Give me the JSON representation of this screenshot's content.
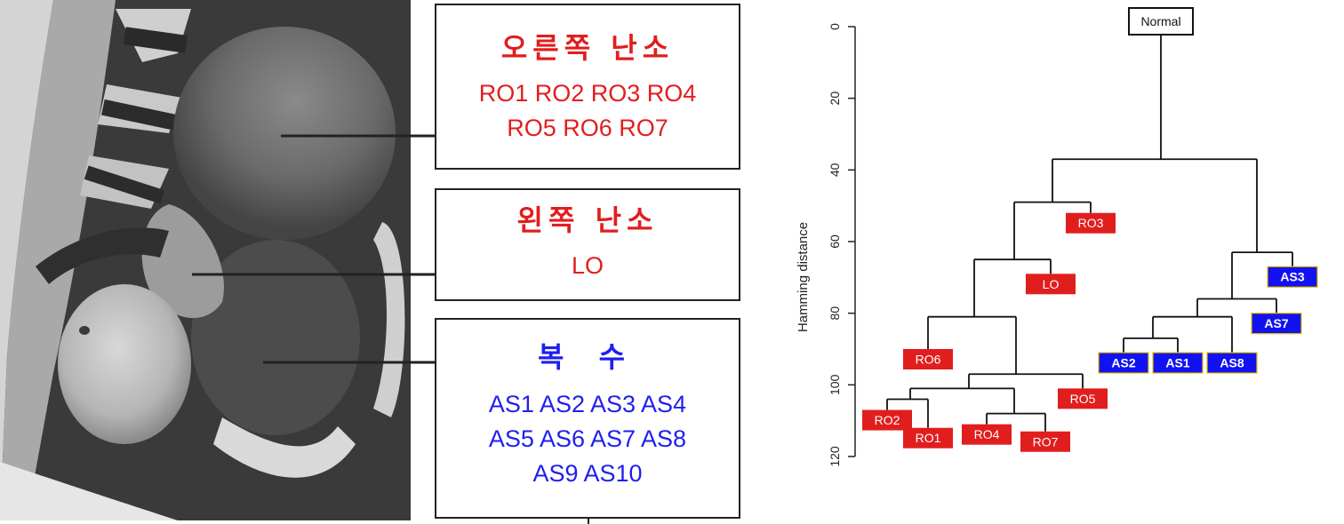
{
  "panels": {
    "right_ovary": {
      "title": "오른쪽 난소",
      "line1": "RO1  RO2 RO3 RO4",
      "line2": "RO5  RO6 RO7",
      "color": "#e11e1e"
    },
    "left_ovary": {
      "title": "왼쪽 난소",
      "line1": "LO",
      "color": "#e11e1e"
    },
    "ascites": {
      "title": "복 수",
      "line1": "AS1 AS2 AS3 AS4",
      "line2": "AS5 AS6 AS7 AS8",
      "line3": "AS9 AS10",
      "color": "#1f1ff0"
    }
  },
  "dendrogram": {
    "ylabel": "Hamming distance",
    "ylim": [
      0,
      120
    ],
    "ticks": [
      0,
      20,
      40,
      60,
      80,
      100,
      120
    ],
    "root": "Normal",
    "colors": {
      "primary": "#e11e1e",
      "ascites": "#1212f0",
      "ascites_outline": "#e6c200"
    },
    "leaves": [
      {
        "name": "RO3",
        "group": "primary"
      },
      {
        "name": "LO",
        "group": "primary"
      },
      {
        "name": "RO6",
        "group": "primary"
      },
      {
        "name": "RO5",
        "group": "primary"
      },
      {
        "name": "RO2",
        "group": "primary"
      },
      {
        "name": "RO1",
        "group": "primary"
      },
      {
        "name": "RO4",
        "group": "primary"
      },
      {
        "name": "RO7",
        "group": "primary"
      },
      {
        "name": "AS3",
        "group": "ascites"
      },
      {
        "name": "AS7",
        "group": "ascites"
      },
      {
        "name": "AS2",
        "group": "ascites"
      },
      {
        "name": "AS1",
        "group": "ascites"
      },
      {
        "name": "AS8",
        "group": "ascites"
      }
    ],
    "merges": [
      {
        "children": [
          "RO2",
          "RO1"
        ],
        "height": 104
      },
      {
        "children": [
          "RO4",
          "RO7"
        ],
        "height": 108
      },
      {
        "children": [
          "RO2+RO1",
          "RO4+RO7"
        ],
        "height": 101
      },
      {
        "children": [
          "RO5",
          "RO2+RO1+RO4+RO7"
        ],
        "height": 97
      },
      {
        "children": [
          "RO6",
          "group-5"
        ],
        "height": 81
      },
      {
        "children": [
          "LO",
          "group-6"
        ],
        "height": 65
      },
      {
        "children": [
          "RO3",
          "group-7"
        ],
        "height": 49
      },
      {
        "children": [
          "AS2",
          "AS1"
        ],
        "height": 87
      },
      {
        "children": [
          "AS2+AS1",
          "AS8"
        ],
        "height": 81
      },
      {
        "children": [
          "AS7",
          "group-ASa"
        ],
        "height": 76
      },
      {
        "children": [
          "AS3",
          "group-ASb"
        ],
        "height": 63
      },
      {
        "children": [
          "primary-clade",
          "ascites-clade"
        ],
        "height": 37
      },
      {
        "children": [
          "Normal",
          "all"
        ],
        "height": 0
      }
    ]
  }
}
